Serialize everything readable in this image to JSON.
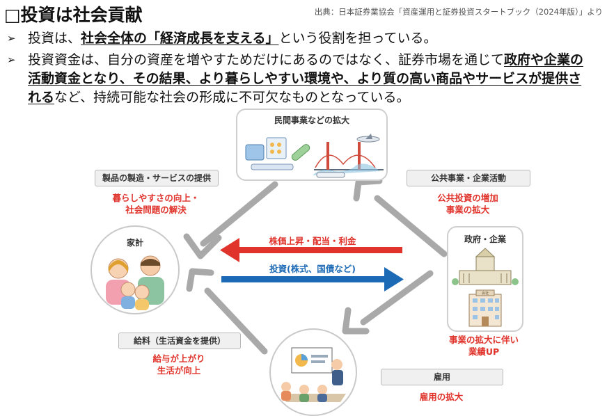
{
  "header": {
    "title": "□投資は社会貢献",
    "source": "出典：日本証券業協会「資産運用と証券投資スタートブック（2024年版）」より"
  },
  "bullets": {
    "b1": {
      "pre": "投資は、",
      "emph": "社会全体の「経済成長を支える」",
      "post": "という役割を担っている。"
    },
    "b2": {
      "pre": "投資資金は、自分の資産を増やすためだけにあるのではなく、証券市場を通じて",
      "emph": "政府や企業の活動資金となり、その結果、より暮らしやすい環境や、より質の高い商品やサービスが提供される",
      "post": "など、持続可能な社会の形成に不可欠なものとなっている。"
    }
  },
  "diagram": {
    "top_card_title": "民間事業などの拡大",
    "left_circle_title": "家計",
    "right_card_title": "政府・企業",
    "box_products": "製品の製造・サービスの提供",
    "products_result_1": "暮らしやすさの向上・",
    "products_result_2": "社会問題の解決",
    "box_public": "公共事業・企業活動",
    "public_result_1": "公共投資の増加",
    "public_result_2": "事業の拡大",
    "arrow_red": "株価上昇・配当・利金",
    "arrow_blue": "投資(株式、国債など)",
    "box_salary": "給料（生活資金を提供）",
    "salary_result_1": "給与が上がり",
    "salary_result_2": "生活が向上",
    "business_result_1": "事業の拡大に伴い",
    "business_result_2": "業績UP",
    "box_employment": "雇用",
    "employment_result": "雇用の拡大",
    "card_building_label": "会社",
    "colors": {
      "red": "#e0332b",
      "blue": "#1c6ab5",
      "gray_arrow": "#a9a9a9"
    }
  }
}
